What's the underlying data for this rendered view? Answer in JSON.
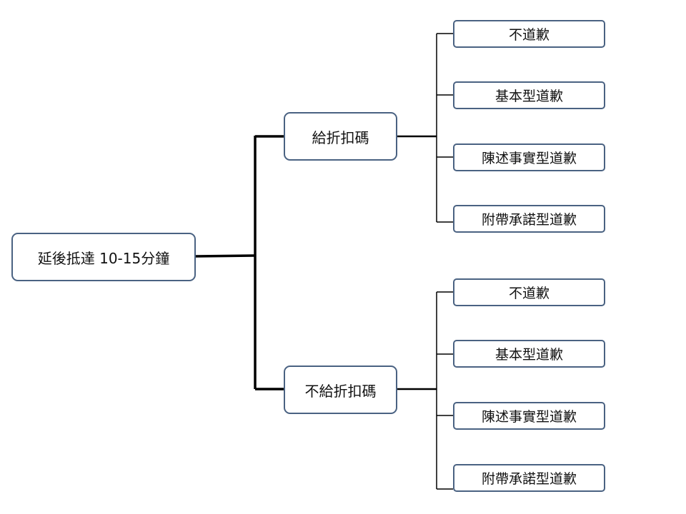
{
  "tree": {
    "root": {
      "label": "延後抵達 10-15分鐘"
    },
    "branches": [
      {
        "label": "給折扣碼",
        "leaves": [
          "不道歉",
          "基本型道歉",
          "陳述事實型道歉",
          "附帶承諾型道歉"
        ]
      },
      {
        "label": "不給折扣碼",
        "leaves": [
          "不道歉",
          "基本型道歉",
          "陳述事實型道歉",
          "附帶承諾型道歉"
        ]
      }
    ]
  },
  "colors": {
    "node_border": "#4a6282",
    "connector": "#000000"
  }
}
